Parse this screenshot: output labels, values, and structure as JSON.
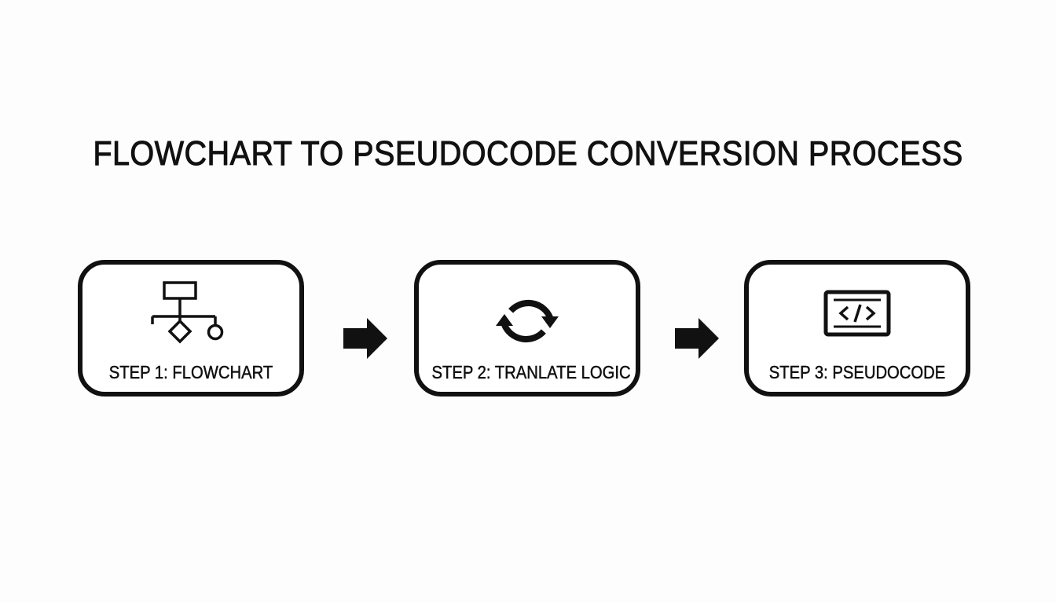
{
  "title": "FLOWCHART TO PSEUDOCODE CONVERSION PROCESS",
  "steps": [
    {
      "label": "STEP 1: FLOWCHART",
      "icon": "flowchart-icon"
    },
    {
      "label": "STEP 2: TRANLATE LOGIC",
      "icon": "refresh-cycle-icon"
    },
    {
      "label": "STEP 3: PSEUDOCODE",
      "icon": "code-window-icon"
    }
  ],
  "connectors": [
    "right-arrow-icon",
    "right-arrow-icon"
  ],
  "colors": {
    "background": "#fdfdfd",
    "stroke": "#111111",
    "box_fill": "#ffffff"
  }
}
